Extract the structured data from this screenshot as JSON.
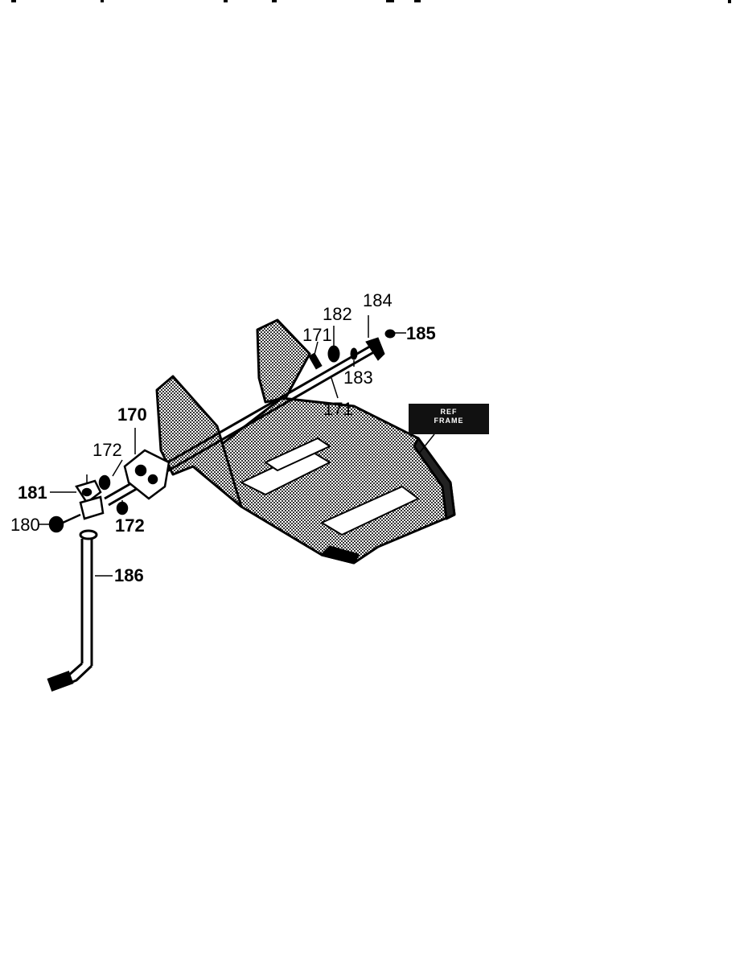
{
  "diagram": {
    "callouts": [
      {
        "id": "170",
        "text": "170",
        "bold": true
      },
      {
        "id": "171a",
        "text": "171",
        "bold": false
      },
      {
        "id": "171b",
        "text": "171",
        "bold": false
      },
      {
        "id": "172a",
        "text": "172",
        "bold": false
      },
      {
        "id": "172b",
        "text": "172",
        "bold": true
      },
      {
        "id": "180",
        "text": "180",
        "bold": false
      },
      {
        "id": "181",
        "text": "181",
        "bold": true
      },
      {
        "id": "182",
        "text": "182",
        "bold": false
      },
      {
        "id": "183",
        "text": "183",
        "bold": false
      },
      {
        "id": "184",
        "text": "184",
        "bold": false
      },
      {
        "id": "185",
        "text": "185",
        "bold": true
      },
      {
        "id": "186",
        "text": "186",
        "bold": true
      }
    ],
    "ref_box": {
      "line1": "REF",
      "line2": "FRAME"
    }
  },
  "colors": {
    "ink": "#000000",
    "paper": "#ffffff",
    "hatch": "#555555"
  }
}
